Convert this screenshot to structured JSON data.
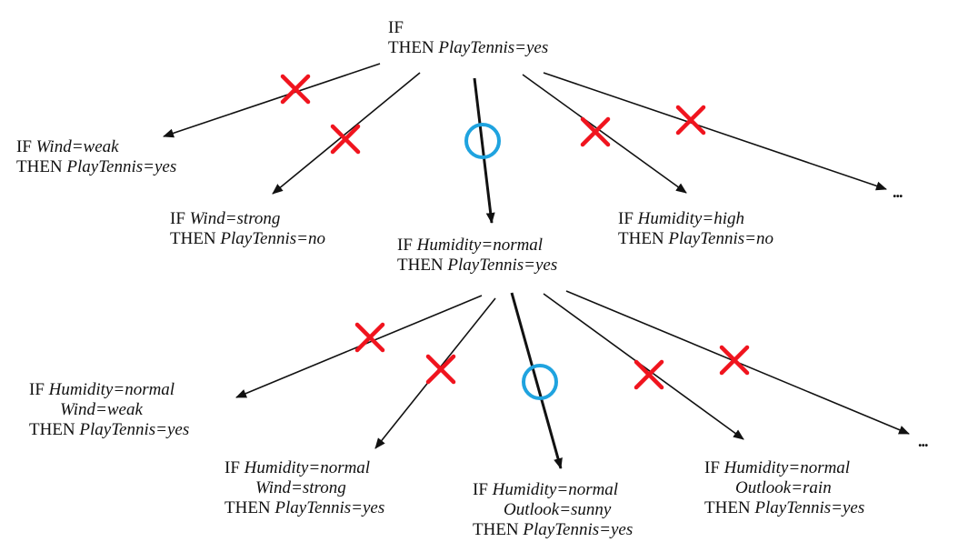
{
  "keywords": {
    "if": "IF",
    "then": "THEN"
  },
  "colors": {
    "reject": "#f0141e",
    "select": "#1fa3df",
    "edge": "#111111"
  },
  "nodes": {
    "root": {
      "conds": [],
      "result": "PlayTennis=yes"
    },
    "l1_weak": {
      "conds": [
        "Wind=weak"
      ],
      "result": "PlayTennis=yes"
    },
    "l1_strong": {
      "conds": [
        "Wind=strong"
      ],
      "result": "PlayTennis=no"
    },
    "l1_normal": {
      "conds": [
        "Humidity=normal"
      ],
      "result": "PlayTennis=yes"
    },
    "l1_high": {
      "conds": [
        "Humidity=high"
      ],
      "result": "PlayTennis=no"
    },
    "l2_weak": {
      "conds": [
        "Humidity=normal",
        "Wind=weak"
      ],
      "result": "PlayTennis=yes"
    },
    "l2_strong": {
      "conds": [
        "Humidity=normal",
        "Wind=strong"
      ],
      "result": "PlayTennis=yes"
    },
    "l2_sunny": {
      "conds": [
        "Humidity=normal",
        "Outlook=sunny"
      ],
      "result": "PlayTennis=yes"
    },
    "l2_rain": {
      "conds": [
        "Humidity=normal",
        "Outlook=rain"
      ],
      "result": "PlayTennis=yes"
    }
  },
  "ellipsis": "...",
  "edges": [
    {
      "from": "root",
      "to": "l1_weak",
      "mark": "reject"
    },
    {
      "from": "root",
      "to": "l1_strong",
      "mark": "reject"
    },
    {
      "from": "root",
      "to": "l1_normal",
      "mark": "select"
    },
    {
      "from": "root",
      "to": "l1_high",
      "mark": "reject"
    },
    {
      "from": "root",
      "to": "l1_more",
      "mark": "reject"
    },
    {
      "from": "l1_normal",
      "to": "l2_weak",
      "mark": "reject"
    },
    {
      "from": "l1_normal",
      "to": "l2_strong",
      "mark": "reject"
    },
    {
      "from": "l1_normal",
      "to": "l2_sunny",
      "mark": "select"
    },
    {
      "from": "l1_normal",
      "to": "l2_rain",
      "mark": "reject"
    },
    {
      "from": "l1_normal",
      "to": "l2_more",
      "mark": "reject"
    }
  ]
}
